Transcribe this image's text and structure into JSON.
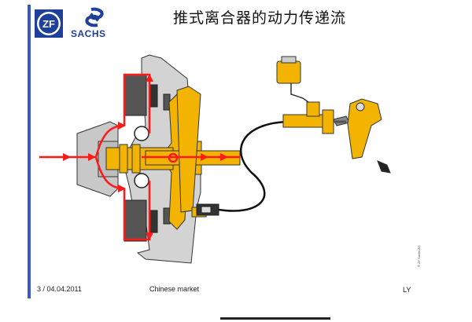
{
  "title": "推式离合器的动力传递流",
  "logos": {
    "zf_text": "ZF",
    "sachs_text": "SACHS"
  },
  "footer": {
    "page": "3 / 04.04.2011",
    "market": "Chinese market",
    "initials": "LY",
    "copyright": "© ZF Sachs AG"
  },
  "colors": {
    "accent_bar": "#3b57c4",
    "flow_arrow": "#ff1a1a",
    "yellow_part": "#f2b400",
    "housing_grey": "#d3d3d3",
    "brand_blue": "#1e3f9a"
  }
}
